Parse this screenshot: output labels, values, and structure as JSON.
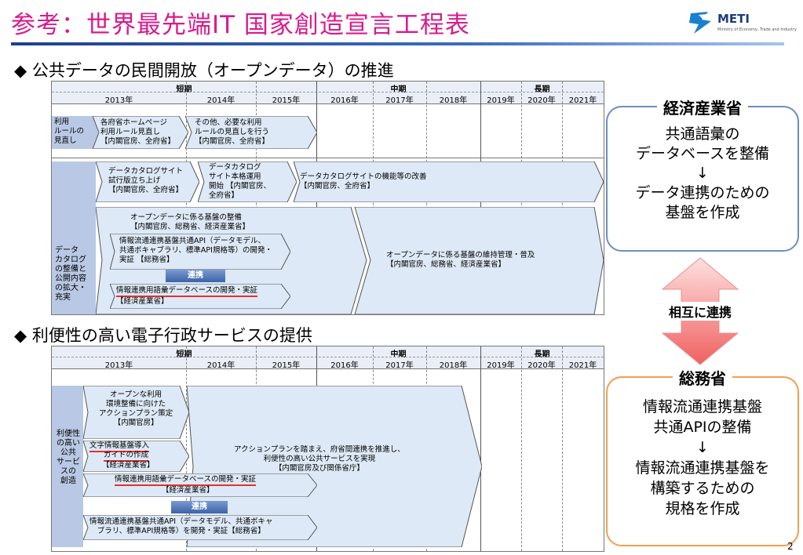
{
  "title": "参考：世界最先端IT 国家創造宣言工程表",
  "logo": {
    "word": "METI",
    "sub": "Ministry of Economy, Trade and Industry"
  },
  "section1": "◆ 公共データの民間開放（オープンデータ）の推進",
  "section2": "◆ 利便性の高い電子行政サービスの提供",
  "periods": {
    "short": "短期",
    "mid": "中期",
    "long": "長期"
  },
  "years": [
    "2013年",
    "2014年",
    "2015年",
    "2016年",
    "2017年",
    "2018年",
    "2019年",
    "2020年",
    "2021年"
  ],
  "t1": {
    "row1_label": "利用\nルールの\n見直し",
    "row1_a": "各府省ホームページ\n利用ルール見直し\n【内閣官房、全府省】",
    "row1_b": "その他、必要な利用\nルールの見直しを行う\n【内閣官房、全府省】",
    "row2_label": "データ\nカタログ\nの整備と\n公開内容\nの拡大・\n充実",
    "row2_a": "データカタログサイト\n試行版立ち上げ\n【内閣官房、全府省】",
    "row2_b": "データカタログ\nサイト本格運用\n開始 【内閣官房、\n全府省】",
    "row2_c": "データカタログサイトの機能等の改善\n【内閣官房、全府省】",
    "row2_d": "オープンデータに係る基盤の整備\n【内閣官房、総務省、経済産業省】",
    "row2_e": "情報流通連携基盤共通API（データモデル、\n共通ボキャブラリ、標準API規格等）の開発・\n実証 【総務省】",
    "row2_link": "連携",
    "row2_f1": "情報連携用語彙データベースの開発・実証",
    "row2_f2": "【経済産業省】",
    "row2_g": "オープンデータに係る基盤の維持管理・普及\n【内閣官房、総務省、経済産業省】"
  },
  "t2": {
    "label": "利便性\nの高い\n公共\nサービ\nスの\n創造",
    "a": "オープンな利用\n環境整備に向けた\nアクションプラン策定\n【内閣官房】",
    "b1": "文字情報基盤導入",
    "b2": "ガイドの作成",
    "b3": "【経済産業省】",
    "c": "アクションプランを踏まえ、府省間連携を推進し、\n利便性の高い公共サービスを実現\n【内閣官房及び関係省庁】",
    "d1": "情報連携用語彙データベースの開発・実証",
    "d2": "【経済産業省】",
    "link": "連携",
    "e": "情報流通連携基盤共通API（データモデル、共通ボキャ\nブラリ、標準API規格等）を開発・実証【総務省】"
  },
  "meti_box": {
    "head": "経済産業省",
    "body": "共通語彙の\nデータベースを整備\n↓\nデータ連携のための\n基盤を作成"
  },
  "mutual": "相互に連携",
  "mic_box": {
    "head": "総務省",
    "body": "情報流通連携基盤\n共通APIの整備\n↓\n情報流通連携基盤を\n構築するための\n規格を作成"
  },
  "page_number": "2",
  "colors": {
    "title": "#d81b8c",
    "arrow_fill": "#dde9f6",
    "label_fill": "#b9c8e4",
    "meti_border": "#6b8fc4",
    "mic_border": "#f0a050",
    "mutual_arrow": "#f07070"
  }
}
